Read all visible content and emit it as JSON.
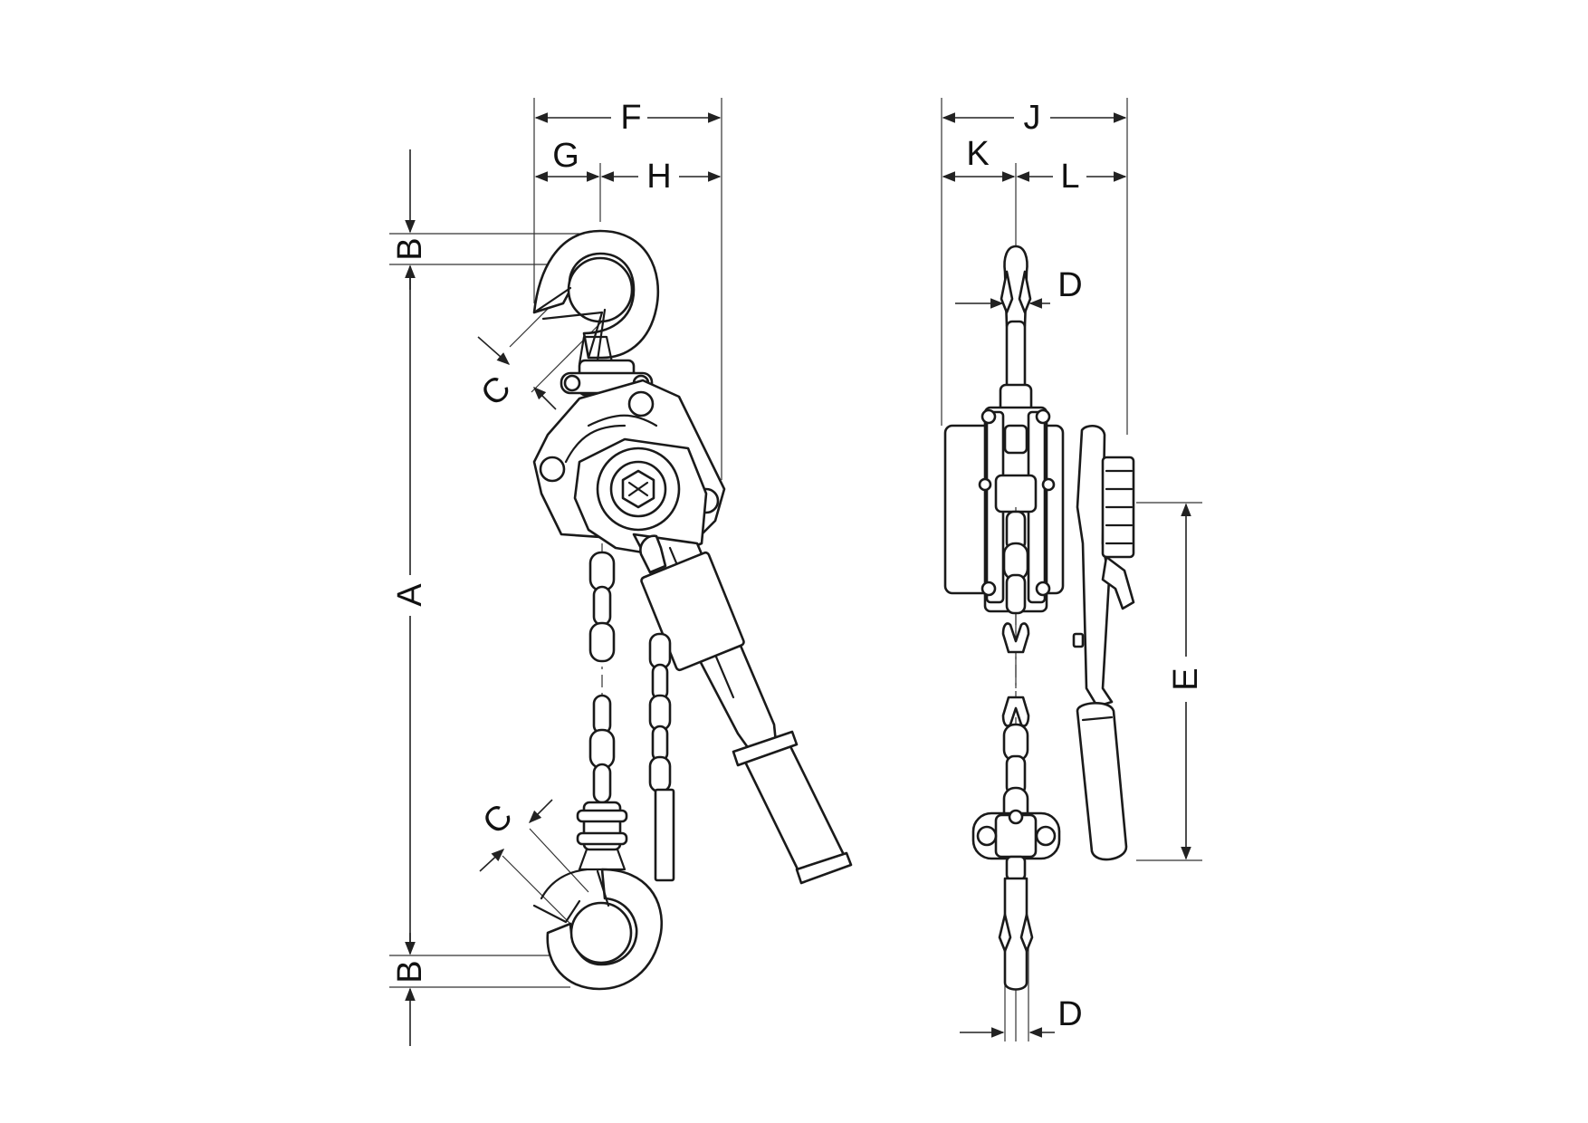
{
  "labels": {
    "A": "A",
    "B_top": "B",
    "B_bottom": "B",
    "C_top": "C",
    "C_bottom": "C",
    "D_top": "D",
    "D_bottom": "D",
    "E": "E",
    "F": "F",
    "G": "G",
    "H": "H",
    "J": "J",
    "K": "K",
    "L": "L"
  },
  "colors": {
    "line": "#1a1a1a",
    "background": "#ffffff"
  }
}
